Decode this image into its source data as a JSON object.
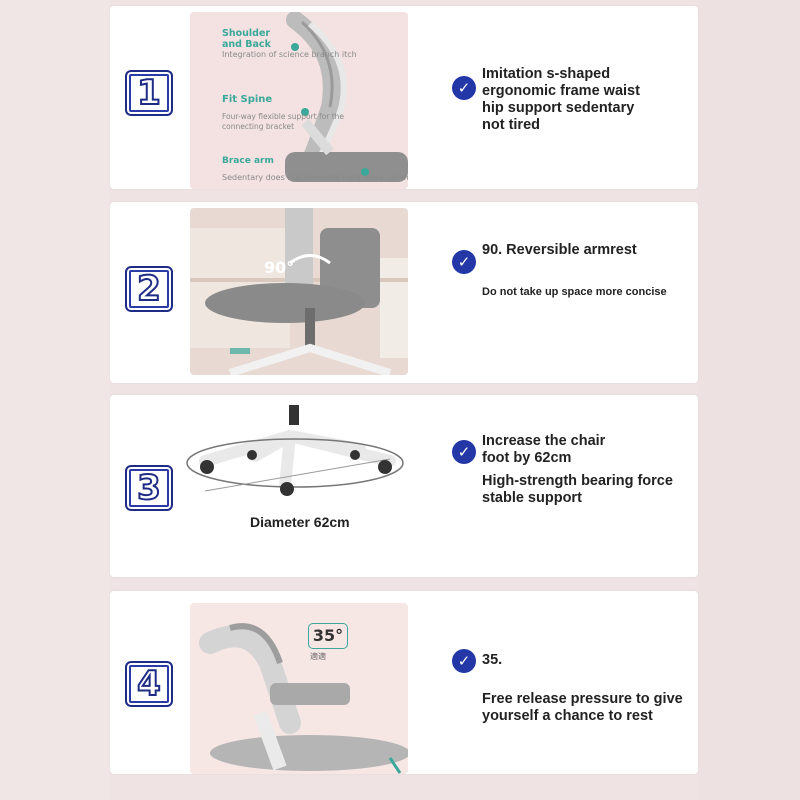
{
  "colors": {
    "accent": "#2337a6",
    "label_green": "#3aa89a",
    "background": "#efe3e3"
  },
  "sections": [
    {
      "number": "1",
      "photo_labels": {
        "shoulder": "Shoulder and Back",
        "shoulder_sub": "Integration of science branch itch",
        "spine": "Fit Spine",
        "spine_sub": "Four-way flexible support for the connecting bracket",
        "brace": "Brace arm",
        "brace_sub": "Sedentary does not advocate hard more comfortable"
      },
      "headline": "Imitation s-shaped ergonomic frame waist hip support sedentary not tired",
      "icon": "check-circle-icon"
    },
    {
      "number": "2",
      "photo_labels": {
        "angle": "90°"
      },
      "headline": "90. Reversible armrest",
      "sub": "Do not take up space more concise",
      "icon": "check-circle-icon"
    },
    {
      "number": "3",
      "caption": "Diameter 62cm",
      "headline": "Increase the chair foot by 62cm",
      "sub": "High-strength bearing force stable support",
      "icon": "check-circle-icon"
    },
    {
      "number": "4",
      "photo_labels": {
        "angle": "35°",
        "angle_sub": "適適"
      },
      "headline": "35.",
      "sub": "Free release pressure to give yourself a chance to rest",
      "icon": "check-circle-icon"
    }
  ]
}
